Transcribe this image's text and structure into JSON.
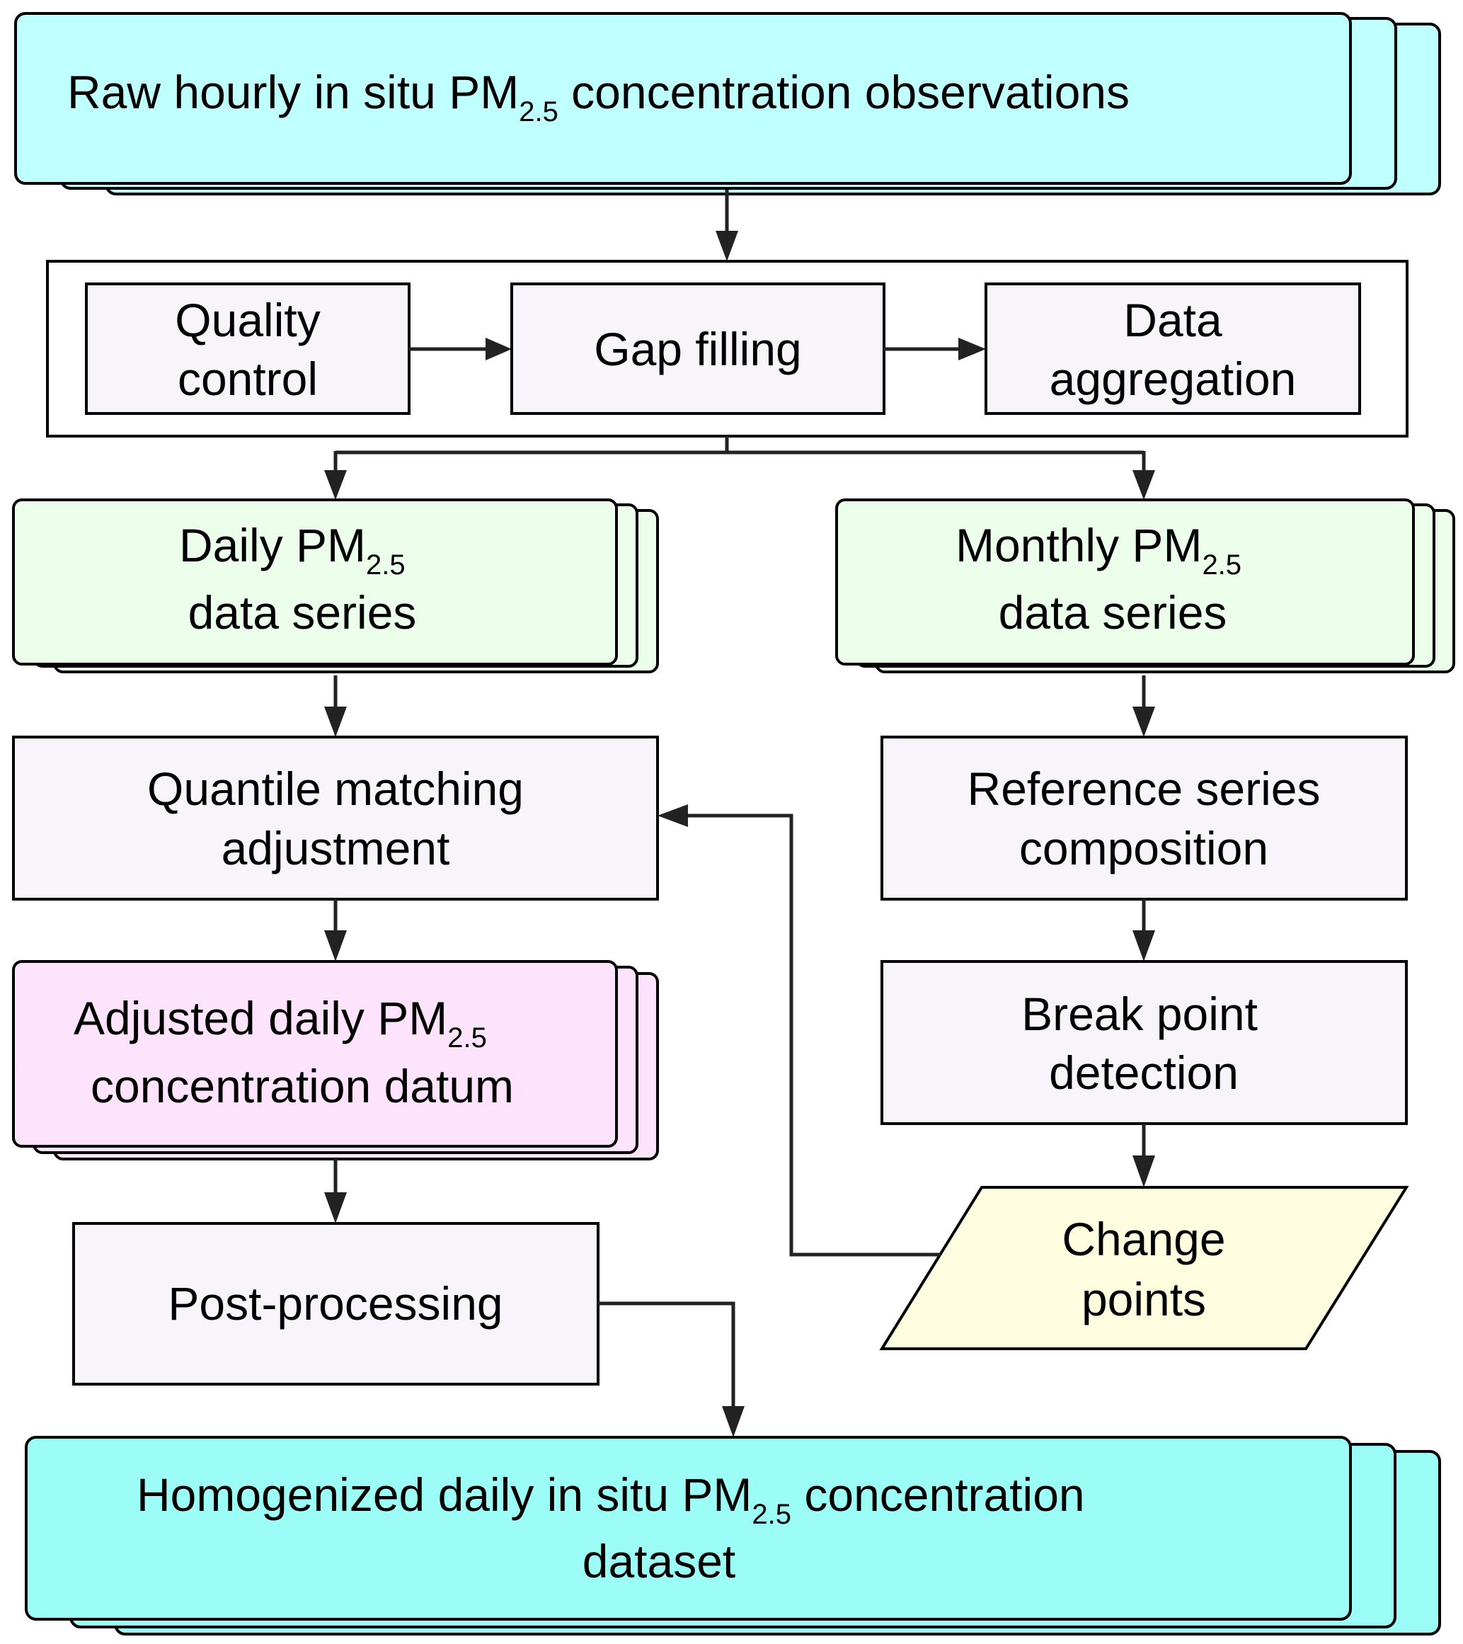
{
  "colors": {
    "raw_fill": "#c0ffff",
    "final_fill": "#9cfcf6",
    "series_fill": "#ebffeb",
    "adjusted_fill": "#fde3fb",
    "process_fill": "#f7f5fa",
    "output_fill": "#fffde0",
    "stroke": "#000000",
    "arrow": "#222222"
  },
  "nodes": {
    "raw": {
      "line1_pre": "Raw hourly in situ PM",
      "line1_sub": "2.5",
      "line1_post": " concentration observations"
    },
    "quality_control": {
      "line1": "Quality",
      "line2": "control"
    },
    "gap_filling": {
      "line1": "Gap filling"
    },
    "data_aggregation": {
      "line1": "Data",
      "line2": "aggregation"
    },
    "daily_series": {
      "line1_pre": "Daily PM",
      "line1_sub": "2.5",
      "line2": "data series"
    },
    "monthly_series": {
      "line1_pre": "Monthly PM",
      "line1_sub": "2.5",
      "line2": "data series"
    },
    "quantile_matching": {
      "line1": "Quantile matching",
      "line2": "adjustment"
    },
    "reference_series": {
      "line1": "Reference series",
      "line2": "composition"
    },
    "break_point": {
      "line1": "Break point",
      "line2": "detection"
    },
    "adjusted_daily": {
      "line1_pre": "Adjusted daily PM",
      "line1_sub": "2.5",
      "line2": "concentration datum"
    },
    "change_points": {
      "line1": "Change",
      "line2": "points"
    },
    "post_processing": {
      "line1": "Post-processing"
    },
    "homogenized": {
      "line1_pre": "Homogenized daily in situ PM",
      "line1_sub": "2.5",
      "line1_post": " concentration",
      "line2": "dataset"
    }
  },
  "edges": [
    {
      "from": "raw",
      "to": "preprocessing"
    },
    {
      "from": "quality_control",
      "to": "gap_filling"
    },
    {
      "from": "gap_filling",
      "to": "data_aggregation"
    },
    {
      "from": "preprocessing",
      "to": "daily_series"
    },
    {
      "from": "preprocessing",
      "to": "monthly_series"
    },
    {
      "from": "daily_series",
      "to": "quantile_matching"
    },
    {
      "from": "monthly_series",
      "to": "reference_series"
    },
    {
      "from": "reference_series",
      "to": "break_point"
    },
    {
      "from": "break_point",
      "to": "change_points"
    },
    {
      "from": "change_points",
      "to": "quantile_matching"
    },
    {
      "from": "quantile_matching",
      "to": "adjusted_daily"
    },
    {
      "from": "adjusted_daily",
      "to": "post_processing"
    },
    {
      "from": "post_processing",
      "to": "homogenized"
    }
  ]
}
